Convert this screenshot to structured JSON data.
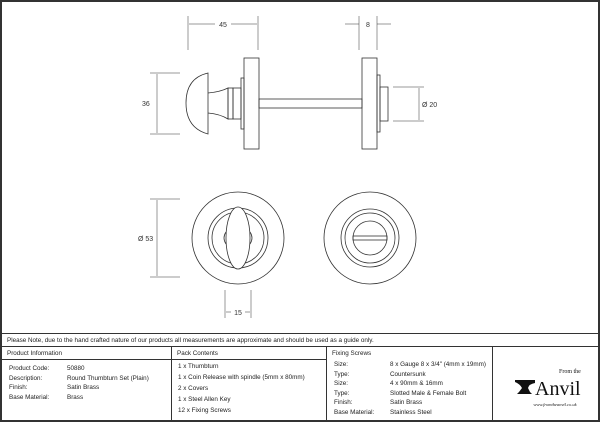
{
  "drawing": {
    "dims": {
      "width_thumbturn": "45",
      "rose_depth": "8",
      "thumbturn_height": "36",
      "release_diameter": "Ø 20",
      "rose_diameter": "Ø 53",
      "thumb_width": "15"
    }
  },
  "note": "Please Note, due to the hand crafted nature of our products all measurements are approximate and should be used as a guide only.",
  "product_info": {
    "title": "Product Information",
    "rows": [
      {
        "label": "Product Code:",
        "value": "50880"
      },
      {
        "label": "Description:",
        "value": "Round Thumbturn Set (Plain)"
      },
      {
        "label": "Finish:",
        "value": "Satin Brass"
      },
      {
        "label": "Base Material:",
        "value": "Brass"
      }
    ]
  },
  "pack_contents": {
    "title": "Pack Contents",
    "items": [
      "1 x Thumbturn",
      "1 x Coin Release with spindle (5mm x 80mm)",
      "2 x Covers",
      "1 x Steel Allen Key",
      "12 x Fixing Screws"
    ]
  },
  "fixing_screws": {
    "title": "Fixing Screws",
    "rows": [
      {
        "label": "Size:",
        "value": "8 x Gauge 8 x 3/4\" (4mm x 19mm)"
      },
      {
        "label": "Type:",
        "value": "Countersunk"
      },
      {
        "label": "Size:",
        "value": "4 x 90mm & 16mm"
      },
      {
        "label": "Type:",
        "value": "Slotted Male & Female Bolt"
      },
      {
        "label": "Finish:",
        "value": "Satin Brass"
      },
      {
        "label": "Base Material:",
        "value": "Stainless Steel"
      }
    ]
  },
  "logo": {
    "from": "From the",
    "name": "Anvil",
    "url": "www.fromtheanvil.co.uk"
  }
}
